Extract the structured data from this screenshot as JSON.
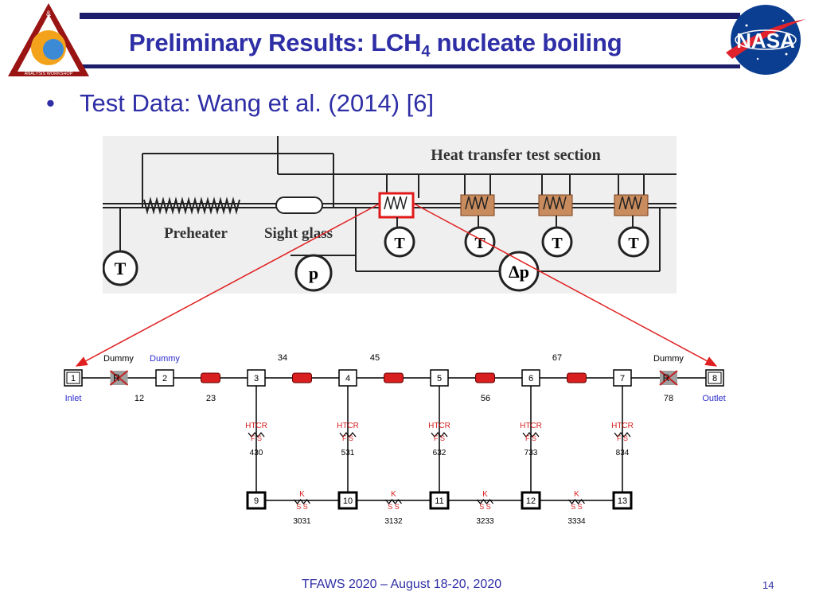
{
  "header": {
    "title_main": "Preliminary Results:  LCH",
    "title_sub": "4",
    "title_tail": " nucleate boiling",
    "left_logo_text": [
      "&",
      "THERMAL",
      "FLUIDS",
      "ANALYSIS WORKSHOP"
    ],
    "right_logo_text": "NASA"
  },
  "bullet": {
    "dot": "•",
    "text": "Test Data:  Wang et al. (2014) [6]"
  },
  "photo": {
    "heading": "Heat transfer test section",
    "preheater": "Preheater",
    "sight_glass": "Sight glass",
    "t_label": "T",
    "p_label": "p",
    "dp_label": "Δp"
  },
  "network": {
    "top_labels": {
      "dummy1": "Dummy",
      "dummy2": "Dummy",
      "dummy3": "Dummy",
      "l34": "34",
      "l45": "45",
      "l67": "67"
    },
    "bottom_labels": {
      "inlet": "Inlet",
      "l12": "12",
      "l23": "23",
      "l56": "56",
      "l78": "78",
      "outlet": "Outlet"
    },
    "top_nodes": [
      "1",
      "2",
      "3",
      "4",
      "5",
      "6",
      "7",
      "8"
    ],
    "bottom_nodes": [
      "9",
      "10",
      "11",
      "12",
      "13"
    ],
    "htcr_label": "HTCR",
    "fs_label": "F S",
    "k_label": "K",
    "ss_label": "S S",
    "r_label": "R",
    "htcr_ids": [
      "430",
      "531",
      "632",
      "733",
      "834"
    ],
    "bottom_links": [
      "3031",
      "3132",
      "3233",
      "3334"
    ]
  },
  "colors": {
    "title_blue": "#2e2ea6",
    "band_navy": "#1d1d6b",
    "flow_red": "#d81e1e",
    "link_red": "#cc1010",
    "arrow_red": "#e02020",
    "dummy_blue": "#2a2acc"
  },
  "footer": {
    "text": "TFAWS 2020 – August 18-20, 2020",
    "page": "14"
  }
}
